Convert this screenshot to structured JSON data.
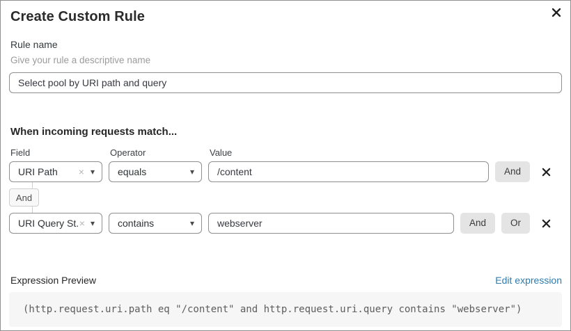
{
  "modal": {
    "title": "Create Custom Rule"
  },
  "icons": {
    "close": "close-x",
    "remove_condition": "bold-x",
    "clear_select": "×",
    "caret_down": "▾"
  },
  "rule_name": {
    "label": "Rule name",
    "helper": "Give your rule a descriptive name",
    "value": "Select pool by URI path and query"
  },
  "match": {
    "heading": "When incoming requests match...",
    "columns": {
      "field": "Field",
      "operator": "Operator",
      "value": "Value"
    },
    "connector": "And",
    "rows": [
      {
        "field": "URI Path",
        "operator": "equals",
        "value": "/content",
        "buttons": {
          "and": "And"
        }
      },
      {
        "field": "URI Query St...",
        "operator": "contains",
        "value": "webserver",
        "buttons": {
          "and": "And",
          "or": "Or"
        }
      }
    ]
  },
  "expression_preview": {
    "label": "Expression Preview",
    "edit_link": "Edit expression",
    "expression": "(http.request.uri.path eq \"/content\" and http.request.uri.query contains \"webserver\")"
  },
  "colors": {
    "link_blue": "#2c7cb0",
    "button_gray": "#e4e4e4",
    "border_gray": "#8e8e8e",
    "code_bg": "#f6f6f6"
  }
}
